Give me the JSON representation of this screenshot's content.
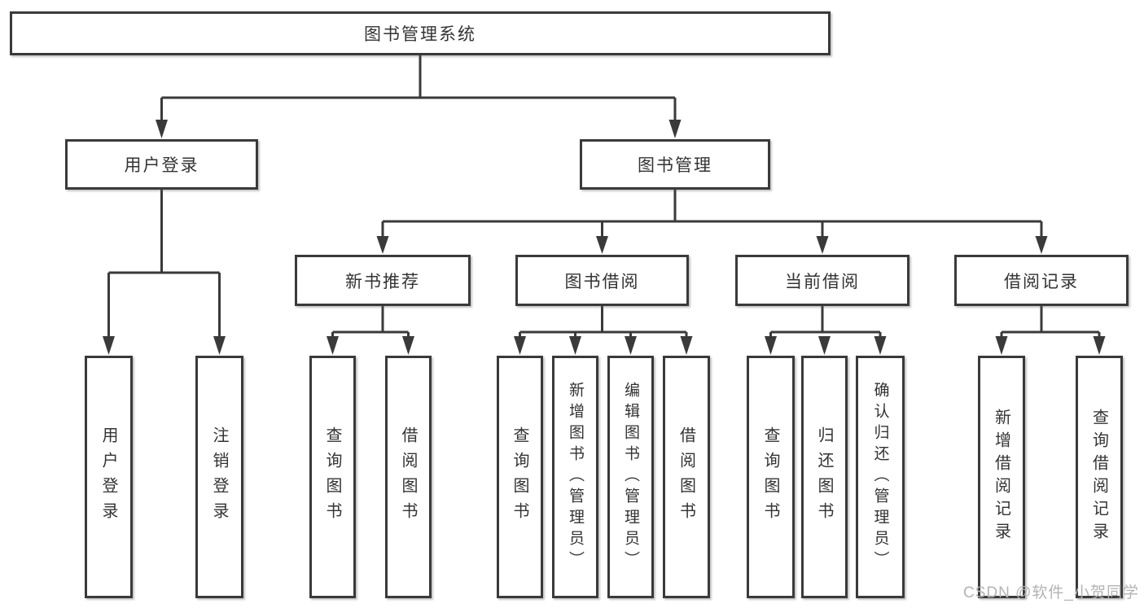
{
  "diagram": {
    "title_node": {
      "label": "图书管理系统"
    },
    "level2": [
      {
        "key": "user-login",
        "label": "用户登录"
      },
      {
        "key": "book-management",
        "label": "图书管理"
      }
    ],
    "level3": [
      {
        "key": "new-book-recommend",
        "label": "新书推荐"
      },
      {
        "key": "book-borrowing",
        "label": "图书借阅"
      },
      {
        "key": "current-borrowing",
        "label": "当前借阅"
      },
      {
        "key": "borrowing-records",
        "label": "借阅记录"
      }
    ],
    "leaves": [
      {
        "key": "user-login",
        "parent": "user-login",
        "label": "用户登录"
      },
      {
        "key": "logout",
        "parent": "user-login",
        "label": "注销登录"
      },
      {
        "key": "query-books",
        "parent": "new-book-recommend",
        "label": "查询图书"
      },
      {
        "key": "borrow-books",
        "parent": "new-book-recommend",
        "label": "借阅图书"
      },
      {
        "key": "query-books",
        "parent": "book-borrowing",
        "label": "查询图书"
      },
      {
        "key": "add-books-admin",
        "parent": "book-borrowing",
        "label": "新增图书（管理员）"
      },
      {
        "key": "edit-books-admin",
        "parent": "book-borrowing",
        "label": "编辑图书（管理员）"
      },
      {
        "key": "borrow-books",
        "parent": "book-borrowing",
        "label": "借阅图书"
      },
      {
        "key": "query-books",
        "parent": "current-borrowing",
        "label": "查询图书"
      },
      {
        "key": "return-books",
        "parent": "current-borrowing",
        "label": "归还图书"
      },
      {
        "key": "confirm-return-admin",
        "parent": "current-borrowing",
        "label": "确认归还（管理员）"
      },
      {
        "key": "add-borrow-record",
        "parent": "borrowing-records",
        "label": "新增借阅记录"
      },
      {
        "key": "query-borrow-record",
        "parent": "borrowing-records",
        "label": "查询借阅记录"
      }
    ]
  },
  "watermark": {
    "text": "CSDN @软件_小贺同学"
  },
  "colors": {
    "line": "#3a3a3a",
    "text": "#333333",
    "box-bg": "#ffffff",
    "watermark": "#b3b3b3"
  }
}
